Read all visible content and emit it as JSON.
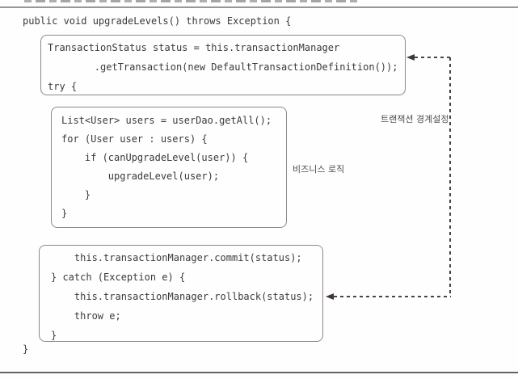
{
  "figure": {
    "method_signature": "public void upgradeLevels() throws Exception {",
    "method_closing_brace": "}",
    "transaction_begin_box": {
      "lines": [
        "TransactionStatus status = this.transactionManager",
        "        .getTransaction(new DefaultTransactionDefinition());",
        "try {"
      ]
    },
    "business_logic_box": {
      "lines": [
        "List<User> users = userDao.getAll();",
        "for (User user : users) {",
        "    if (canUpgradeLevel(user)) {",
        "        upgradeLevel(user);",
        "    }",
        "}"
      ]
    },
    "transaction_end_box": {
      "lines": [
        "    this.transactionManager.commit(status);",
        "} catch (Exception e) {",
        "    this.transactionManager.rollback(status);",
        "    throw e;",
        "}"
      ]
    },
    "annotations": {
      "business_logic_label": "비즈니스 로직",
      "transaction_boundary_label": "트랜잭션 경계설정"
    },
    "colors": {
      "code_text": "#3a3a3a",
      "box_border": "#8a8a8a",
      "dashed_arrow": "#4d4340",
      "page_rule_top": "#979797",
      "page_rule_bottom": "#646464"
    }
  }
}
